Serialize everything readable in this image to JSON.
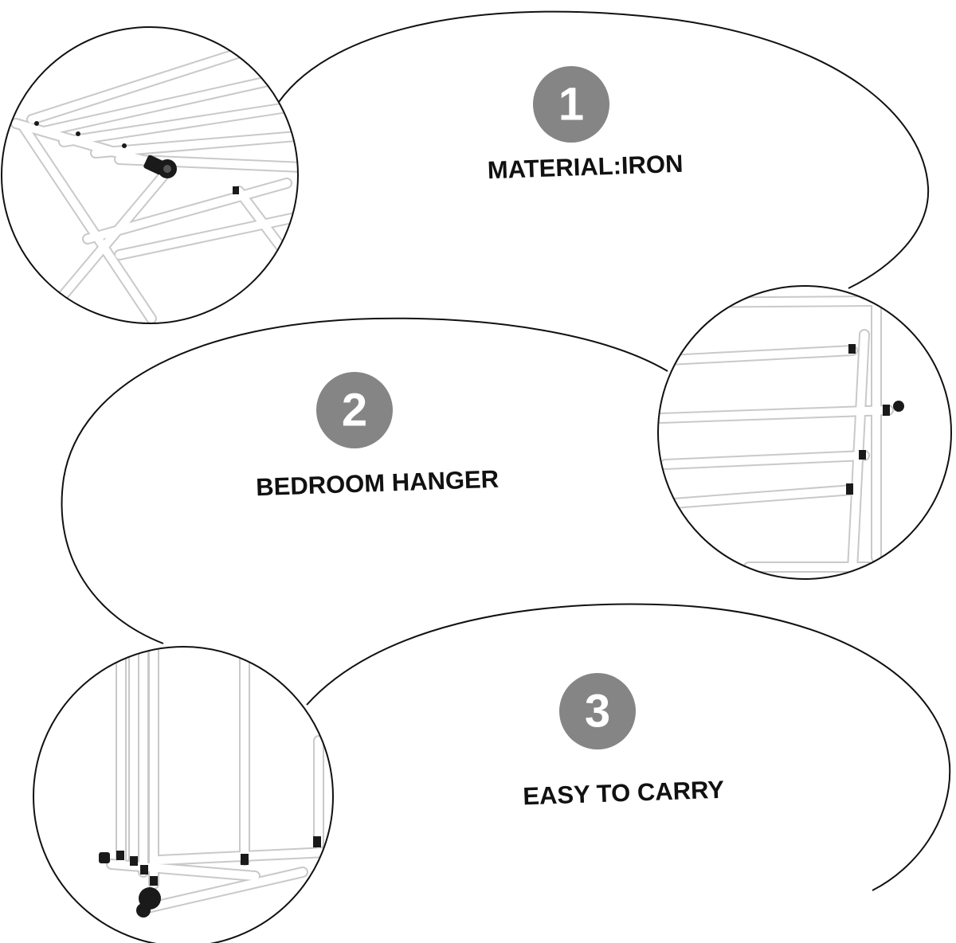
{
  "features": [
    {
      "number": "1",
      "label": "MATERIAL:IRON"
    },
    {
      "number": "2",
      "label": "BEDROOM HANGER"
    },
    {
      "number": "3",
      "label": "EASY TO CARRY"
    }
  ],
  "colors": {
    "background": "#ffffff",
    "outline": "#111111",
    "badge": "#858585",
    "badge_text": "#ffffff",
    "label_text": "#111111",
    "rack_metal": "#ffffff",
    "rack_joint": "#1a1a1a"
  }
}
